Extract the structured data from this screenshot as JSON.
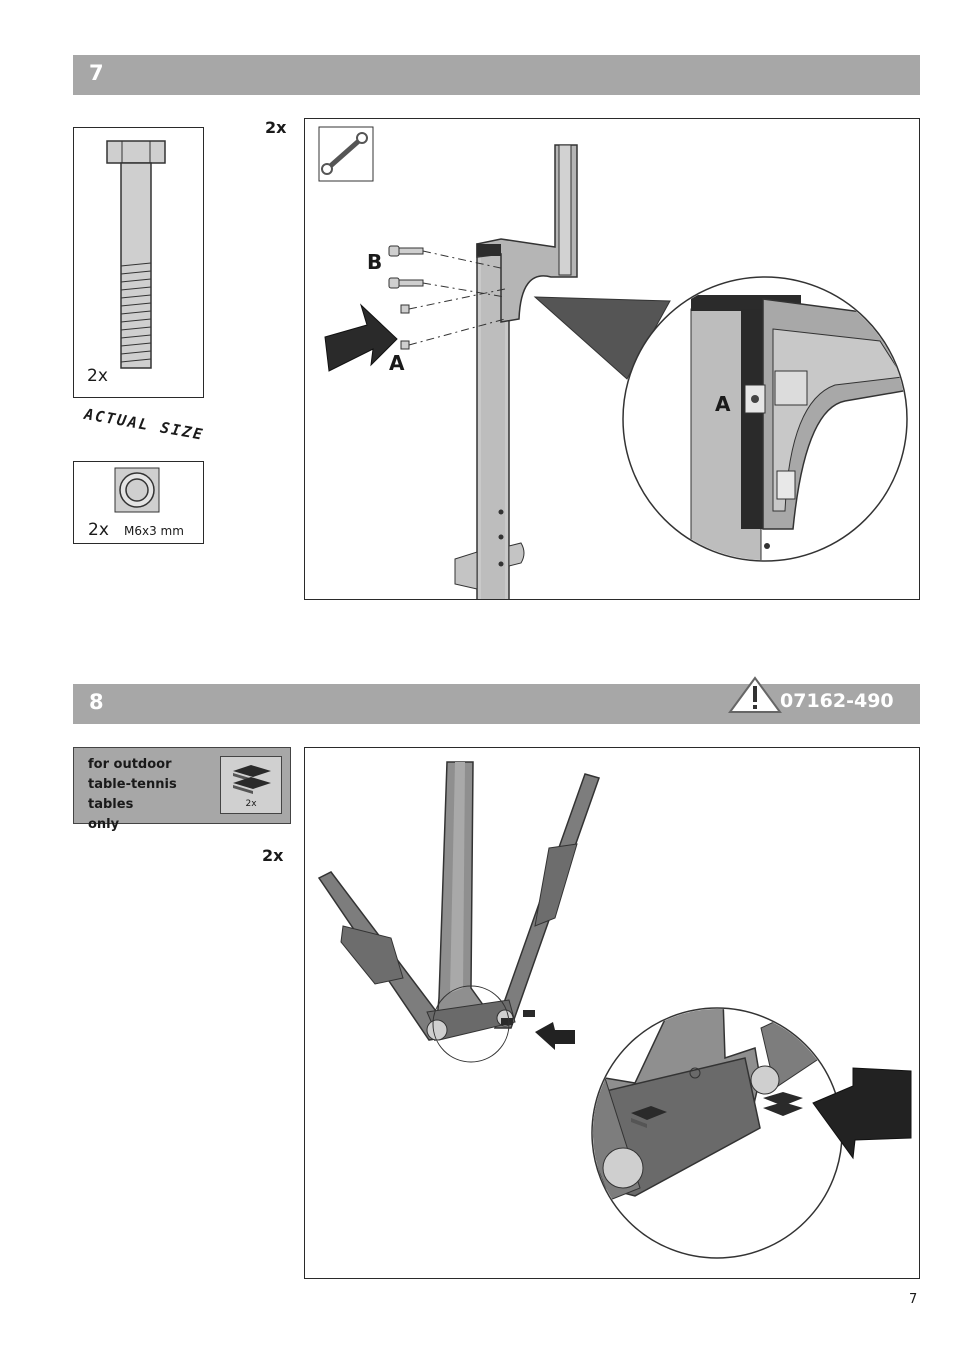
{
  "step7": {
    "number": "7",
    "bolt_qty": "2x",
    "actual_size_label": "ACTUAL SIZE",
    "washer_qty": "2x",
    "washer_spec": "M6x3 mm",
    "assembly_qty": "2x",
    "label_b": "B",
    "label_a": "A",
    "detail_label_a": "A",
    "tool_icon": "wrench-icon"
  },
  "step8": {
    "number": "8",
    "warning_code": "07162-490",
    "note_line1": "for outdoor",
    "note_line2": "table-tennis tables",
    "note_line3": "only",
    "note_icon_qty": "2x",
    "assembly_qty": "2x"
  },
  "page_number": "7"
}
